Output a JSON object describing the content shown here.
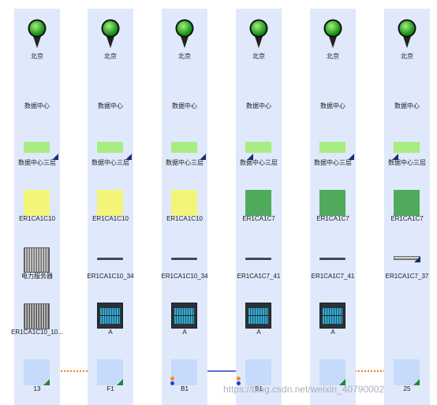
{
  "columns": [
    {
      "city": "北京",
      "dc": "数据中心",
      "floor": "数据中心三层",
      "rack": "ER1CA1C10",
      "device": "电力服务器",
      "slot": "ER1CA1C10_10...",
      "port": "13"
    },
    {
      "city": "北京",
      "dc": "数据中心",
      "floor": "数据中心三层",
      "rack": "ER1CA1C10",
      "device": "ER1CA1C10_34",
      "slot": "A",
      "port": "F1"
    },
    {
      "city": "北京",
      "dc": "数据中心",
      "floor": "数据中心三层",
      "rack": "ER1CA1C10",
      "device": "ER1CA1C10_34",
      "slot": "A",
      "port": "B1"
    },
    {
      "city": "北京",
      "dc": "数据中心",
      "floor": "数据中心三层",
      "rack": "ER1CA1C7",
      "device": "ER1CA1C7_41",
      "slot": "A",
      "port": "B1"
    },
    {
      "city": "北京",
      "dc": "数据中心",
      "floor": "数据中心三层",
      "rack": "ER1CA1C7",
      "device": "ER1CA1C7_41",
      "slot": "A",
      "port": ""
    },
    {
      "city": "北京",
      "dc": "数据中心",
      "floor": "数据中心三层",
      "rack": "ER1CA1C7",
      "device": "ER1CA1C7_37",
      "slot": "",
      "port": "25"
    }
  ],
  "colors": {
    "column_bg": "#dfe9fb",
    "floor_fill": "#a8ec82",
    "rack_yellow": "#f2f577",
    "rack_green": "#4faa5c",
    "port_fill": "#c6dbfb",
    "link_orange": "#ee7d1b",
    "link_blue": "#2a3ad0"
  },
  "watermark": "https://blog.csdn.net/weixin_40790002"
}
